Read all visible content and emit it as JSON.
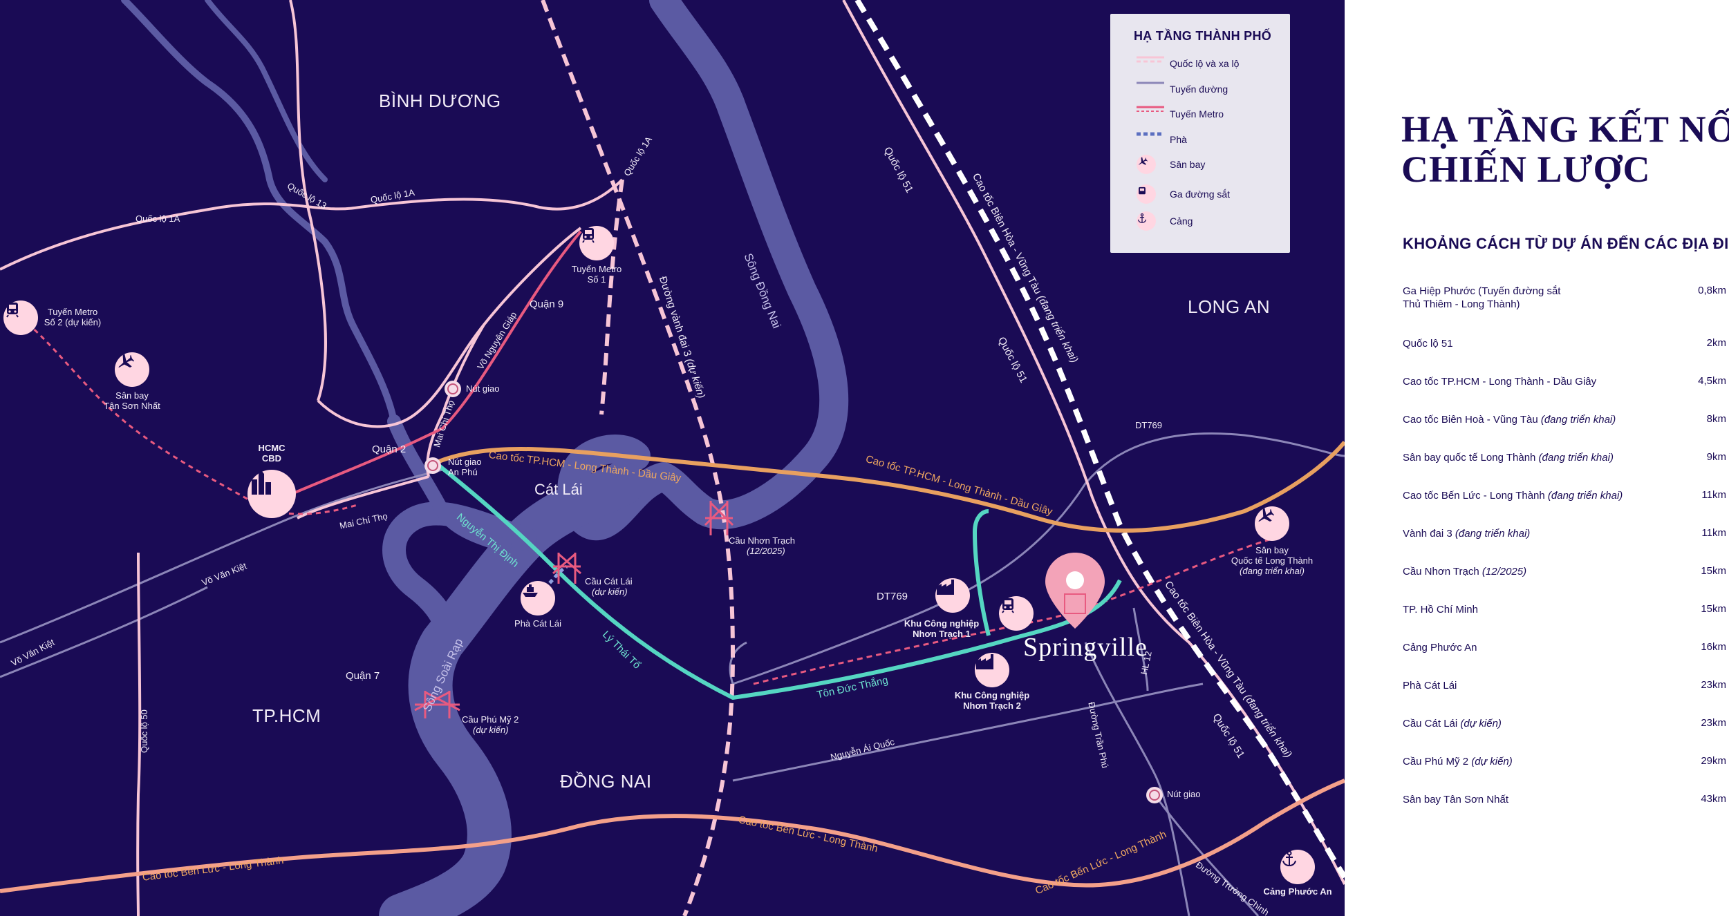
{
  "map": {
    "regions": {
      "binh_duong": "BÌNH DƯƠNG",
      "long_an": "LONG AN",
      "tphcm": "TP.HCM",
      "dong_nai": "ĐỒNG NAI",
      "cat_lai": "Cát Lái",
      "quan_9": "Quận 9",
      "quan_2": "Quận 2",
      "quan_7": "Quận 7"
    },
    "roads": {
      "ql1a_left": "Quốc lộ 1A",
      "ql1a_mid": "Quốc lộ 1A",
      "ql1a_diag": "Quốc lộ 1A",
      "ql13": "Quốc lộ 13",
      "vo_nguyen_giap": "Võ Nguyên Giáp",
      "mai_chi_tho_v": "Mai Chí Thọ",
      "mai_chi_tho_h": "Mai Chí Thọ",
      "vo_van_kiet_1": "Võ Văn Kiệt",
      "vo_van_kiet_2": "Võ Văn Kiệt",
      "ql50": "Quốc lộ 50",
      "vanh_dai_3": "Đường vành đai 3",
      "vanh_dai_3_note": "(dự kiến)",
      "cao_toc_lt_dg_1": "Cao tốc TP.HCM - Long Thành - Dầu Giây",
      "cao_toc_lt_dg_2": "Cao tốc TP.HCM - Long Thành - Dầu Giây",
      "ql51_1": "Quốc lộ 51",
      "ql51_2": "Quốc lộ 51",
      "ql51_3": "Quốc lộ 51",
      "bien_hoa_vung_tau_1": "Cao tốc Biên Hòa - Vũng Tàu",
      "bien_hoa_vung_tau_1_note": "(đang triển khai)",
      "bien_hoa_vung_tau_2": "Cao tốc Biên Hòa - Vũng Tàu",
      "bien_hoa_vung_tau_2_note": "(đang triển khai)",
      "dt769_1": "DT769",
      "dt769_2": "DT769",
      "nguyen_thi_dinh": "Nguyễn Thị Định",
      "ly_thai_to": "Lý Thái Tổ",
      "ton_duc_thang": "Tôn Đức Thắng",
      "nguyen_ai_quoc": "Nguyễn Ái Quốc",
      "duong_tran_phu": "Đường Trần Phú",
      "hl12": "HL 12",
      "ben_luc_1": "Cao tốc Bến Lức - Long Thành",
      "ben_luc_2": "Cao tốc Bến Lức - Long Thành",
      "ben_luc_3": "Cao tốc Bến Lức - Long Thành",
      "duong_truong_chinh": "Đường Trường Chinh"
    },
    "rivers": {
      "song_dong_nai": "Sông Đồng Nai",
      "song_soai_rap": "Sông Soài Rạp"
    },
    "pois": {
      "metro2_a": "Tuyến Metro",
      "metro2_b": "Số 2 (dự kiến)",
      "metro1_a": "Tuyến Metro",
      "metro1_b": "Số 1",
      "tsn_a": "Sân bay",
      "tsn_b": "Tân Sơn Nhất",
      "cbd_a": "HCMC",
      "cbd_b": "CBD",
      "nut_giao": "Nút giao",
      "nut_giao_anphu_a": "Nút giao",
      "nut_giao_anphu_b": "An Phú",
      "nut_giao_se": "Nút giao",
      "cau_cat_lai_a": "Cầu Cát Lái",
      "cau_cat_lai_b": "(dự kiến)",
      "pha_cat_lai": "Phà Cát Lái",
      "cau_nhon_trach_a": "Cầu Nhơn Trạch",
      "cau_nhon_trach_b": "(12/2025)",
      "cau_phu_my_a": "Cầu Phú Mỹ 2",
      "cau_phu_my_b": "(dự kiến)",
      "kcn1_a": "Khu Công nghiệp",
      "kcn1_b": "Nhơn Trạch 1",
      "kcn2_a": "Khu Công nghiệp",
      "kcn2_b": "Nhơn Trạch 2",
      "lt_airport_a": "Sân bay",
      "lt_airport_b": "Quốc tế Long Thành",
      "lt_airport_c": "(đang triển khai)",
      "cang_phuoc_an": "Cảng Phước An"
    },
    "project_logo": "Springville"
  },
  "legend": {
    "title": "HẠ TẦNG THÀNH PHỐ",
    "items": [
      {
        "label": "Quốc lộ và xa lộ",
        "symbol": "highway-line"
      },
      {
        "label": "Tuyến đường",
        "symbol": "road-line"
      },
      {
        "label": "Tuyến Metro",
        "symbol": "metro-line"
      },
      {
        "label": "Phà",
        "symbol": "ferry-line"
      },
      {
        "label": "Sân bay",
        "symbol": "airplane-icon"
      },
      {
        "label": "Ga đường sắt",
        "symbol": "train-icon"
      },
      {
        "label": "Cảng",
        "symbol": "anchor-icon"
      }
    ]
  },
  "panel": {
    "title_line1": "HẠ TẦNG KẾT NỐI",
    "title_line2": "CHIẾN LƯỢC",
    "subtitle": "KHOẢNG CÁCH TỪ DỰ ÁN ĐẾN CÁC ĐỊA ĐIỂM",
    "distances": [
      {
        "place": "Ga Hiệp Phước (Tuyến đường sắt",
        "place2": "Thủ Thiêm - Long Thành)",
        "note": "",
        "km": "0,8km"
      },
      {
        "place": "Quốc lộ 51",
        "place2": "",
        "note": "",
        "km": "2km"
      },
      {
        "place": "Cao tốc TP.HCM - Long Thành - Dầu Giây",
        "place2": "",
        "note": "",
        "km": "4,5km"
      },
      {
        "place": "Cao tốc Biên Hoà - Vũng Tàu ",
        "place2": "",
        "note": "(đang triển khai)",
        "km": "8km"
      },
      {
        "place": "Sân bay quốc tế Long Thành ",
        "place2": "",
        "note": "(đang triển khai)",
        "km": "9km"
      },
      {
        "place": "Cao tốc Bến Lức - Long Thành ",
        "place2": "",
        "note": "(đang triển khai)",
        "km": "11km"
      },
      {
        "place": "Vành đai 3 ",
        "place2": "",
        "note": "(đang triển khai)",
        "km": "11km"
      },
      {
        "place": "Cầu Nhơn Trạch ",
        "place2": "",
        "note": "(12/2025)",
        "km": "15km"
      },
      {
        "place": "TP. Hồ Chí Minh",
        "place2": "",
        "note": "",
        "km": "15km"
      },
      {
        "place": "Cảng Phước An",
        "place2": "",
        "note": "",
        "km": "16km"
      },
      {
        "place": "Phà Cát Lái",
        "place2": "",
        "note": "",
        "km": "23km"
      },
      {
        "place": "Cầu Cát Lái ",
        "place2": "",
        "note": "(dự kiến)",
        "km": "23km"
      },
      {
        "place": "Cầu Phú Mỹ 2 ",
        "place2": "",
        "note": "(dự kiến)",
        "km": "29km"
      },
      {
        "place": "Sân bay Tân Sơn Nhất",
        "place2": "",
        "note": "",
        "km": "43km"
      }
    ]
  },
  "colors": {
    "background": "#1a0b55",
    "river": "#5b5aa3",
    "highway_pink": "#f7c5d6",
    "expressway_orange": "#e8a060",
    "ben_luc_salmon": "#f4a08a",
    "local_road": "#8c86b8",
    "metro_red": "#e85a80",
    "teal_road": "#55d6c2",
    "poi_fill": "#ffd6e2",
    "panel_text": "#1a0b55"
  }
}
